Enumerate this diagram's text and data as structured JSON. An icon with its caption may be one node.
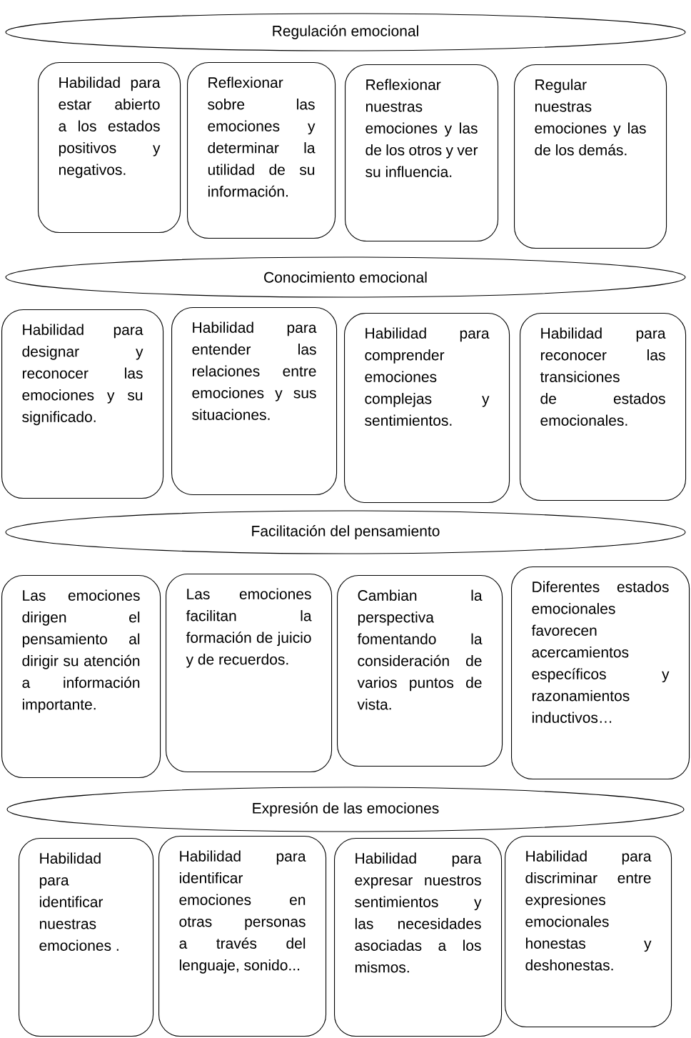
{
  "diagram": {
    "nodes": [
      {
        "text": [
          "Regulación emocional"
        ]
      },
      {
        "text": [
          "Habilidad para estar abierto a los estados positivos y negativos."
        ]
      },
      {
        "text": [
          "Reflexionar sobre las emociones y determinar la utilidad de su información."
        ]
      },
      {
        "text": [
          "Reflexionar nuestras emociones y las de los otros y ver su influencia."
        ]
      },
      {
        "text": [
          "Regular nuestras emociones y las de los demás."
        ]
      },
      {
        "text": [
          "Conocimiento emocional"
        ]
      },
      {
        "text": [
          "Habilidad para designar y reconocer las emociones y su significado."
        ]
      },
      {
        "text": [
          "Habilidad para entender las relaciones entre emociones y sus situaciones."
        ]
      },
      {
        "text": [
          "Habilidad para comprender emociones complejas y sentimientos."
        ]
      },
      {
        "text": [
          "Habilidad para reconocer las transiciones de estados emocionales."
        ]
      },
      {
        "text": [
          "Facilitación del pensamiento"
        ]
      },
      {
        "text": [
          "Las emociones dirigen el pensamiento al dirigir su atención a información importante."
        ]
      },
      {
        "text": [
          "Las emociones facilitan la formación de juicio y de recuerdos."
        ]
      },
      {
        "text": [
          "Cambian la perspectiva fomentando la consideración de varios puntos de vista."
        ]
      },
      {
        "text": [
          "Diferentes estados emocionales favorecen acercamientos específicos y razonamientos inductivos…"
        ]
      },
      {
        "text": [
          "Expresión de las emociones"
        ]
      },
      {
        "text": [
          "Habilidad para identificar nuestras emociones ."
        ]
      },
      {
        "text": [
          "Habilidad para identificar emociones en otras personas a través del lenguaje, sonido..."
        ]
      },
      {
        "text": [
          "Habilidad para expresar nuestros sentimientos y las necesidades asociadas a los mismos."
        ]
      },
      {
        "text": [
          "Habilidad para discriminar entre expresiones emocionales honestas y deshonestas."
        ]
      }
    ]
  }
}
